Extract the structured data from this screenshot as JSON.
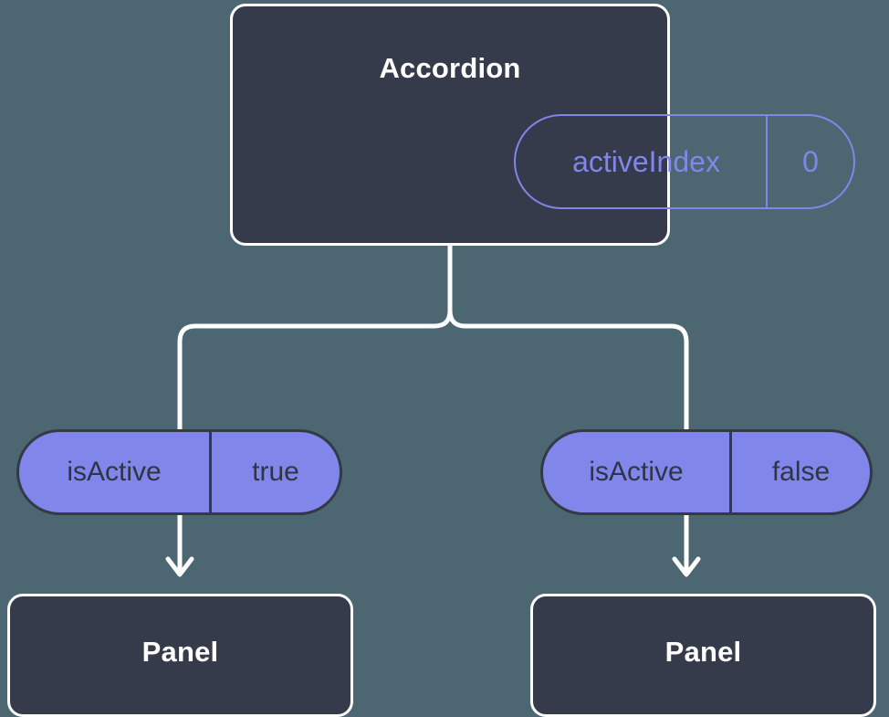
{
  "theme": {
    "background": "#4c6771",
    "card_fill": "#353b4a",
    "card_border": "#ffffff",
    "accent_purple": "#8186eb",
    "pill_text_dark": "#2f3542",
    "edge_color": "#ffffff"
  },
  "diagram": {
    "type": "component-tree",
    "root": {
      "title": "Accordion",
      "state_pill": {
        "key": "activeIndex",
        "value": "0"
      }
    },
    "children": [
      {
        "prop_pill": {
          "key": "isActive",
          "value": "true"
        },
        "node": {
          "title": "Panel"
        }
      },
      {
        "prop_pill": {
          "key": "isActive",
          "value": "false"
        },
        "node": {
          "title": "Panel"
        }
      }
    ]
  }
}
